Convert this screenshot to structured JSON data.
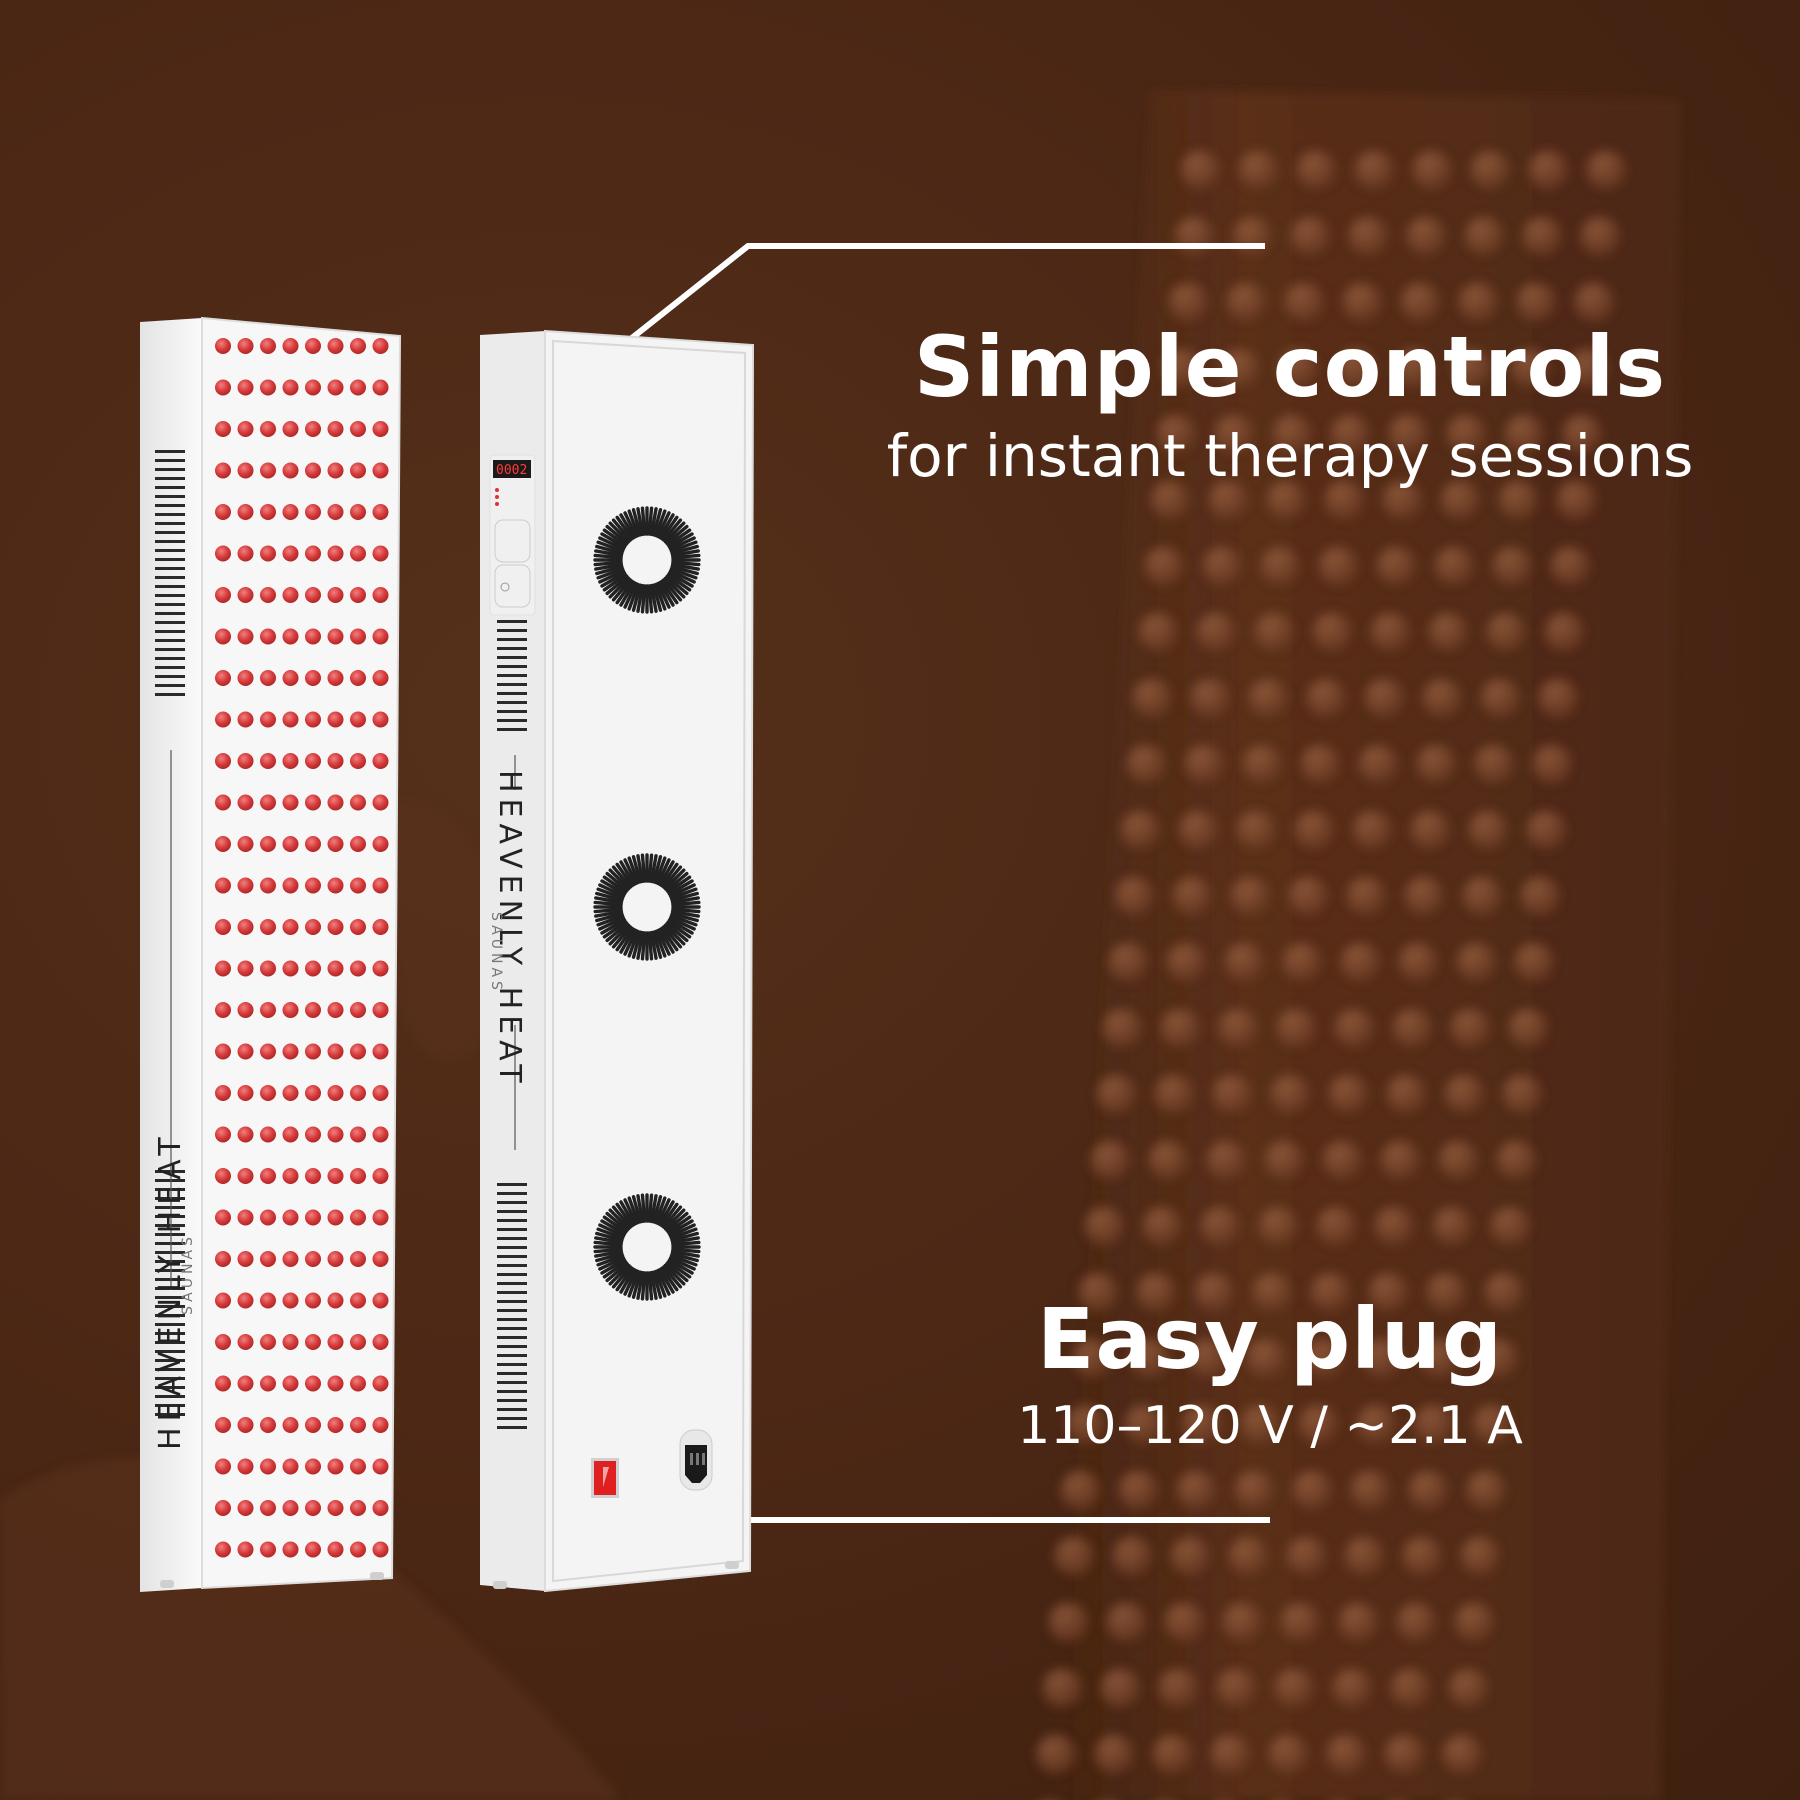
{
  "callouts": {
    "controls": {
      "title": "Simple controls",
      "subtitle": "for instant therapy sessions"
    },
    "plug": {
      "title": "Easy plug",
      "subtitle": "110–120 V / ~2.1 A"
    }
  },
  "device": {
    "brand": "HEAVENLY HEAT",
    "brand_sub": "SAUNAS",
    "display_readout": "0002"
  },
  "colors": {
    "background": "#4a2612",
    "accent": "#8a5a34",
    "led": "#d63a3a",
    "panel": "#f2f2f2"
  },
  "icons": [
    "fan-icon",
    "power-switch-icon",
    "power-socket-icon",
    "callout-dot-icon"
  ]
}
